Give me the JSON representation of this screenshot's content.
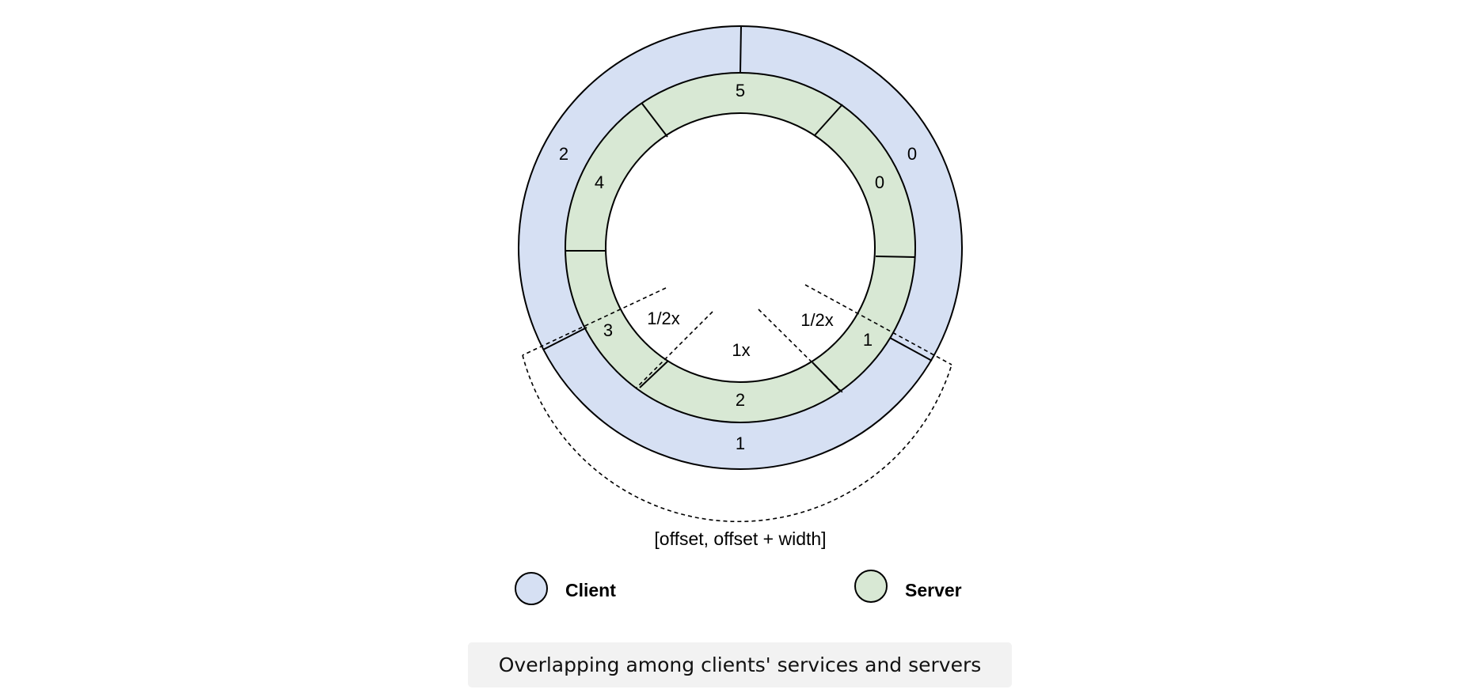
{
  "client_segments": [
    "0",
    "1",
    "2"
  ],
  "server_segments": [
    "0",
    "1",
    "2",
    "3",
    "4",
    "5"
  ],
  "range_labels": {
    "left_half": "1/2x",
    "center": "1x",
    "right_half": "1/2x",
    "interval": "[offset, offset + width]"
  },
  "legend": {
    "client": "Client",
    "server": "Server"
  },
  "colors": {
    "client": "#d6e0f3",
    "server": "#d8e8d4",
    "stroke": "#000000"
  },
  "caption": "Overlapping among clients' services and servers"
}
